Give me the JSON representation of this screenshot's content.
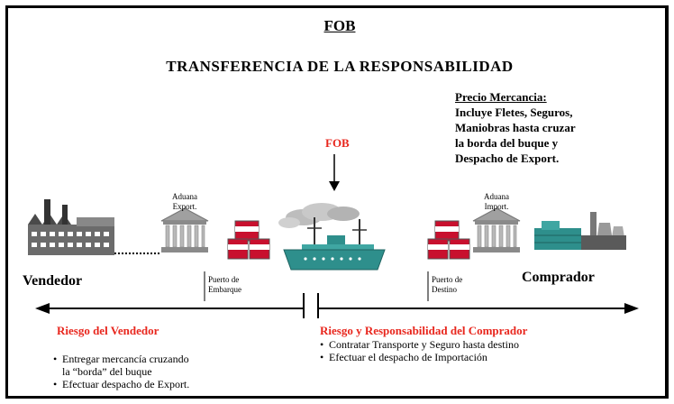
{
  "title": "FOB",
  "subtitle": "TRANSFERENCIA DE LA RESPONSABILIDAD",
  "price_box": {
    "heading": "Precio Mercancia:",
    "lines": [
      "Incluye Fletes, Seguros,",
      "Maniobras hasta cruzar",
      "la borda del buque y",
      "Despacho de Export."
    ]
  },
  "fob_marker": "FOB",
  "seller": {
    "name": "Vendedor",
    "customs_line1": "Aduana",
    "customs_line2": "Export.",
    "port_line1": "Puerto de",
    "port_line2": "Embarque"
  },
  "buyer": {
    "name": "Comprador",
    "customs_line1": "Aduana",
    "customs_line2": "Import.",
    "port_line1": "Puerto de",
    "port_line2": "Destino"
  },
  "seller_risk": {
    "heading": "Riesgo del Vendedor",
    "bullets": [
      "Entregar mercancía cruzando",
      "la “borda” del buque",
      "Efectuar despacho de Export."
    ]
  },
  "buyer_risk": {
    "heading": "Riesgo y Responsabilidad del Comprador",
    "bullets": [
      "Contratar Transporte y Seguro hasta destino",
      "Efectuar el despacho de Importación"
    ]
  },
  "colors": {
    "accent_red": "#e8261d",
    "ship_teal": "#2e8f8c",
    "crate_red": "#c8102e"
  }
}
